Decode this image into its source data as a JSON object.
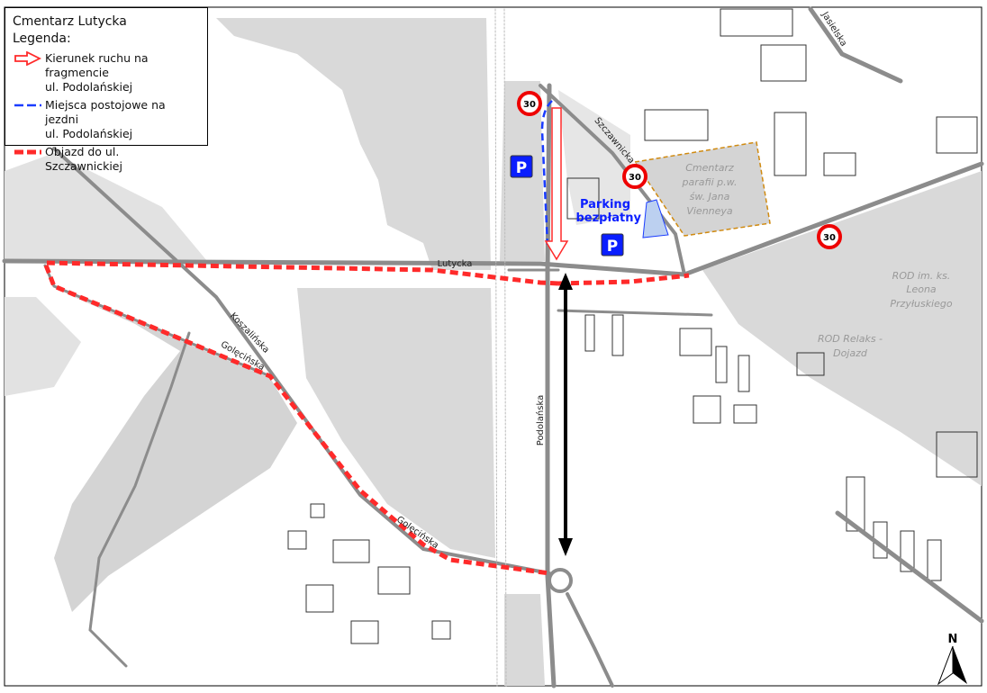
{
  "legend": {
    "title": "Cmentarz Lutycka",
    "subtitle": "Legenda:",
    "items": [
      {
        "label_line1": "Kierunek ruchu na fragmencie",
        "label_line2": "ul. Podolańskiej",
        "symbol": "red-hollow-arrow"
      },
      {
        "label_line1": "Miejsca postojowe na jezdni",
        "label_line2": "ul. Podolańskiej",
        "symbol": "blue-dashed-line"
      },
      {
        "label_line1": "Objazd do ul. Szczawnickiej",
        "label_line2": "",
        "symbol": "red-dashed-line"
      }
    ]
  },
  "streets": {
    "lutycka": "Lutycka",
    "szczawnicka": "Szczawnicka",
    "koszalinska": "Koszalińska",
    "golecinska1": "Golęcińska",
    "golecinska2": "Golęcińska",
    "podolanska": "Podolańska",
    "jasielska": "Jasielska"
  },
  "areas": {
    "cemetery": [
      "Cmentarz",
      "parafii p.w.",
      "św. Jana",
      "Vienneya"
    ],
    "rod_leona": [
      "ROD im. ks.",
      "Leona",
      "Przyłuskiego"
    ],
    "rod_relaks": [
      "ROD Relaks -",
      "Dojazd"
    ]
  },
  "parking": {
    "label_line1": "Parking",
    "label_line2": "bezpłatny",
    "sign": "P"
  },
  "speed_limit": "30",
  "north": "N",
  "colors": {
    "detour": "#ff2a2a",
    "parking_lane": "#1a3cff",
    "road": "#8c8c8c",
    "area": "#d6d6d6",
    "cemetery_border": "#d08a10",
    "sign_blue": "#0a1eff"
  }
}
